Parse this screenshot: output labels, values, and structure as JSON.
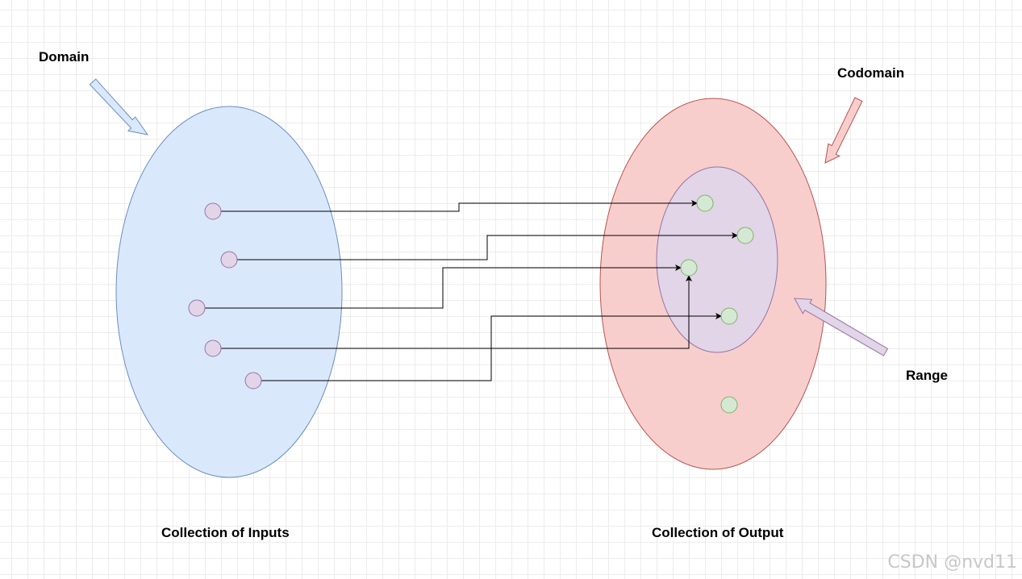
{
  "labels": {
    "domain": "Domain",
    "codomain": "Codomain",
    "range": "Range",
    "inputs_caption": "Collection of Inputs",
    "outputs_caption": "Collection of Output"
  },
  "watermark": "CSDN @nvd11",
  "colors": {
    "domain_fill": "#dae8fc",
    "domain_stroke": "#6c8ebf",
    "codomain_fill": "#f8cecc",
    "codomain_stroke": "#b85450",
    "range_fill": "#e1d5e7",
    "range_stroke": "#9673a6",
    "output_point_fill": "#d5e8d4",
    "output_point_stroke": "#82b366",
    "connector": "#000000"
  },
  "inputs": [
    "input-1",
    "input-2",
    "input-3",
    "input-4",
    "input-5"
  ],
  "outputs": [
    "output-1",
    "output-2",
    "output-3",
    "output-4",
    "output-5"
  ],
  "mapping": [
    {
      "from": 0,
      "to": 0
    },
    {
      "from": 1,
      "to": 1
    },
    {
      "from": 2,
      "to": 2
    },
    {
      "from": 3,
      "to": 2
    },
    {
      "from": 4,
      "to": 3
    }
  ]
}
